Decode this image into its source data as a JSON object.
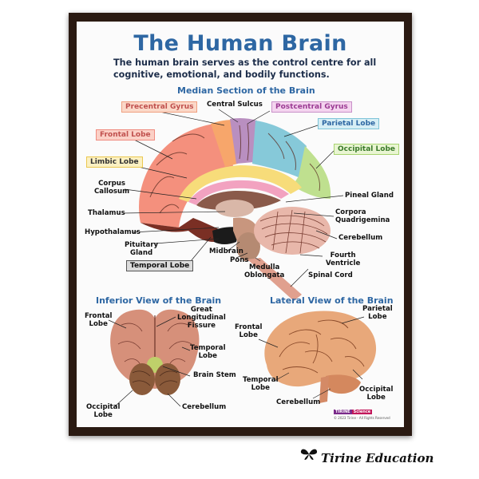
{
  "title": "The Human Brain",
  "subtitle": "The human brain serves as the control centre for all cognitive, emotional, and bodily functions.",
  "median": {
    "heading": "Median Section of the Brain",
    "precentral": "Precentral Gyrus",
    "central_sulcus": "Central Sulcus",
    "postcentral": "Postcentral Gyrus",
    "frontal": "Frontal Lobe",
    "parietal": "Parietal Lobe",
    "occipital": "Occipital Lobe",
    "limbic": "Limbic Lobe",
    "corpus_callosum": "Corpus\nCallosum",
    "pineal": "Pineal Gland",
    "corpora": "Corpora\nQuadrigemina",
    "thalamus": "Thalamus",
    "cerebellum": "Cerebellum",
    "hypothalamus": "Hypothalamus",
    "fourth_ventricle": "Fourth\nVentricle",
    "pituitary": "Pituitary\nGland",
    "midbrain": "Midbrain",
    "pons": "Pons",
    "medulla": "Medulla\nOblongata",
    "spinal_cord": "Spinal Cord",
    "temporal": "Temporal Lobe"
  },
  "inferior": {
    "heading": "Inferior View of the Brain",
    "frontal": "Frontal\nLobe",
    "fissure": "Great\nLongitudinal\nFissure",
    "temporal": "Temporal\nLobe",
    "brain_stem": "Brain Stem",
    "occipital": "Occipital\nLobe",
    "cerebellum": "Cerebellum"
  },
  "lateral": {
    "heading": "Lateral View of the Brain",
    "parietal": "Parietal\nLobe",
    "frontal": "Frontal\nLobe",
    "temporal": "Temporal\nLobe",
    "occipital": "Occipital\nLobe",
    "cerebellum": "Cerebellum"
  },
  "brand": {
    "name": "TIRINE",
    "science": "Science",
    "copyright": "© 2023 Tirine - All Rights Reserved"
  },
  "footer": "Tirine Education",
  "colors": {
    "frame": "#2a1a12",
    "title": "#2e67a3",
    "frontal": "#f4907d",
    "precentral": "#f7a66b",
    "postcentral": "#b98fc0",
    "parietal": "#86c9d9",
    "occipital": "#bfe08f",
    "limbic": "#f7dc7a",
    "temporal_box": "#dcdcdc"
  }
}
